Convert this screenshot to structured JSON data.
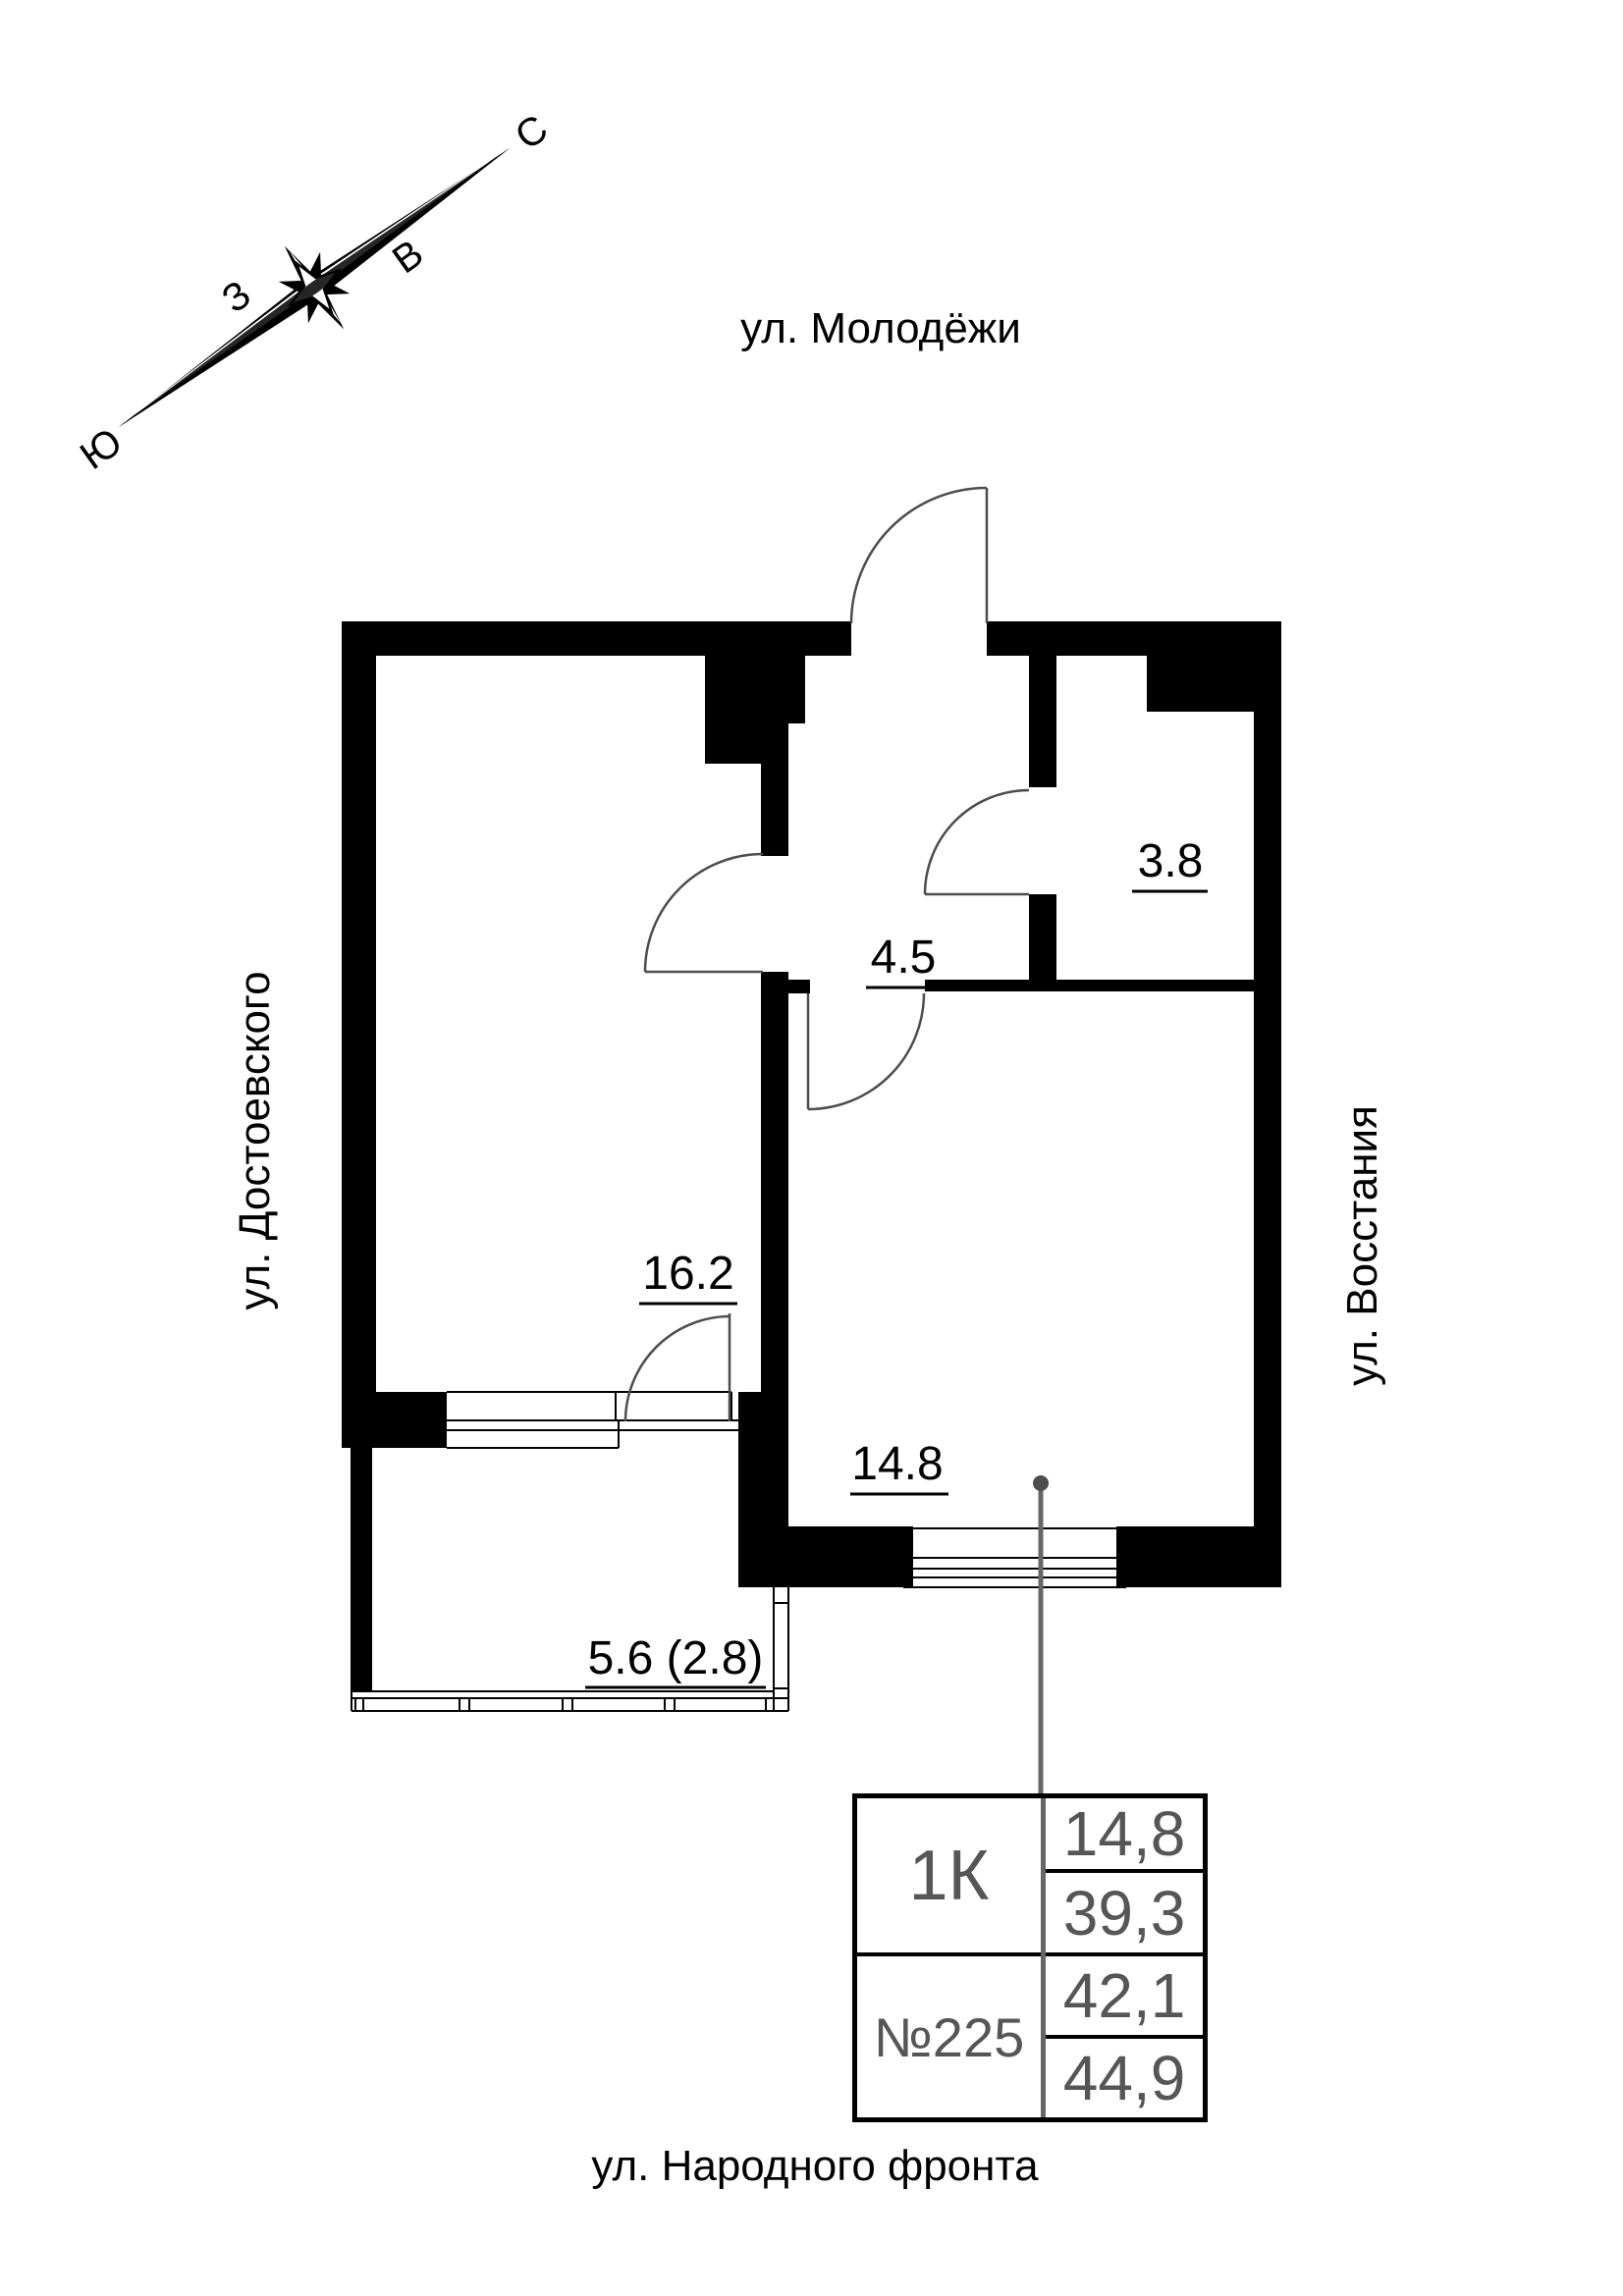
{
  "compass": {
    "north": "С",
    "south": "Ю",
    "west": "З",
    "east": "В"
  },
  "streets": {
    "top": "ул. Молодёжи",
    "left": "ул. Достоевского",
    "right": "ул. Восстания",
    "bottom": "ул. Народного фронта"
  },
  "plan_areas": {
    "bathroom": "3.8",
    "hall": "4.5",
    "living_room": "16.2",
    "kitchen_living": "14.8",
    "balcony": "5.6 (2.8)"
  },
  "info_table": {
    "apartment_type": "1К",
    "apartment_number": "№225",
    "values": [
      "14,8",
      "39,3",
      "42,1",
      "44,9"
    ]
  },
  "colors": {
    "wall": "#000000",
    "door": "#4d4d4d",
    "leader": "#666666",
    "table_text": "#565656"
  }
}
